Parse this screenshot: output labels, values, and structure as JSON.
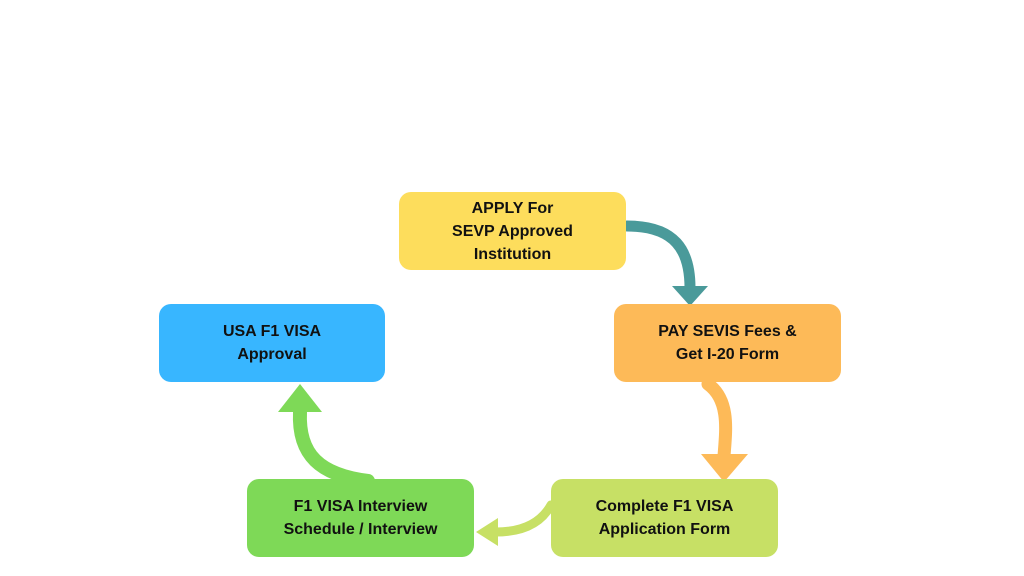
{
  "colors": {
    "apply": "#FDDD5C",
    "pay": "#FDBA58",
    "complete": "#C7E065",
    "interview": "#7ED957",
    "approval": "#38B6FF",
    "arrow_teal": "#4A9A9A",
    "arrow_orange": "#FDBA58",
    "arrow_lightgreen": "#C7E065",
    "arrow_green": "#7ED957"
  },
  "steps": [
    {
      "id": "apply",
      "lines": [
        "APPLY For",
        "SEVP Approved",
        "Institution"
      ]
    },
    {
      "id": "pay",
      "lines": [
        "PAY SEVIS Fees &",
        "Get I-20 Form"
      ]
    },
    {
      "id": "complete",
      "lines": [
        "Complete F1 VISA",
        "Application Form"
      ]
    },
    {
      "id": "interview",
      "lines": [
        "F1 VISA Interview",
        "Schedule / Interview"
      ]
    },
    {
      "id": "approval",
      "lines": [
        "USA F1 VISA",
        "Approval"
      ]
    }
  ]
}
